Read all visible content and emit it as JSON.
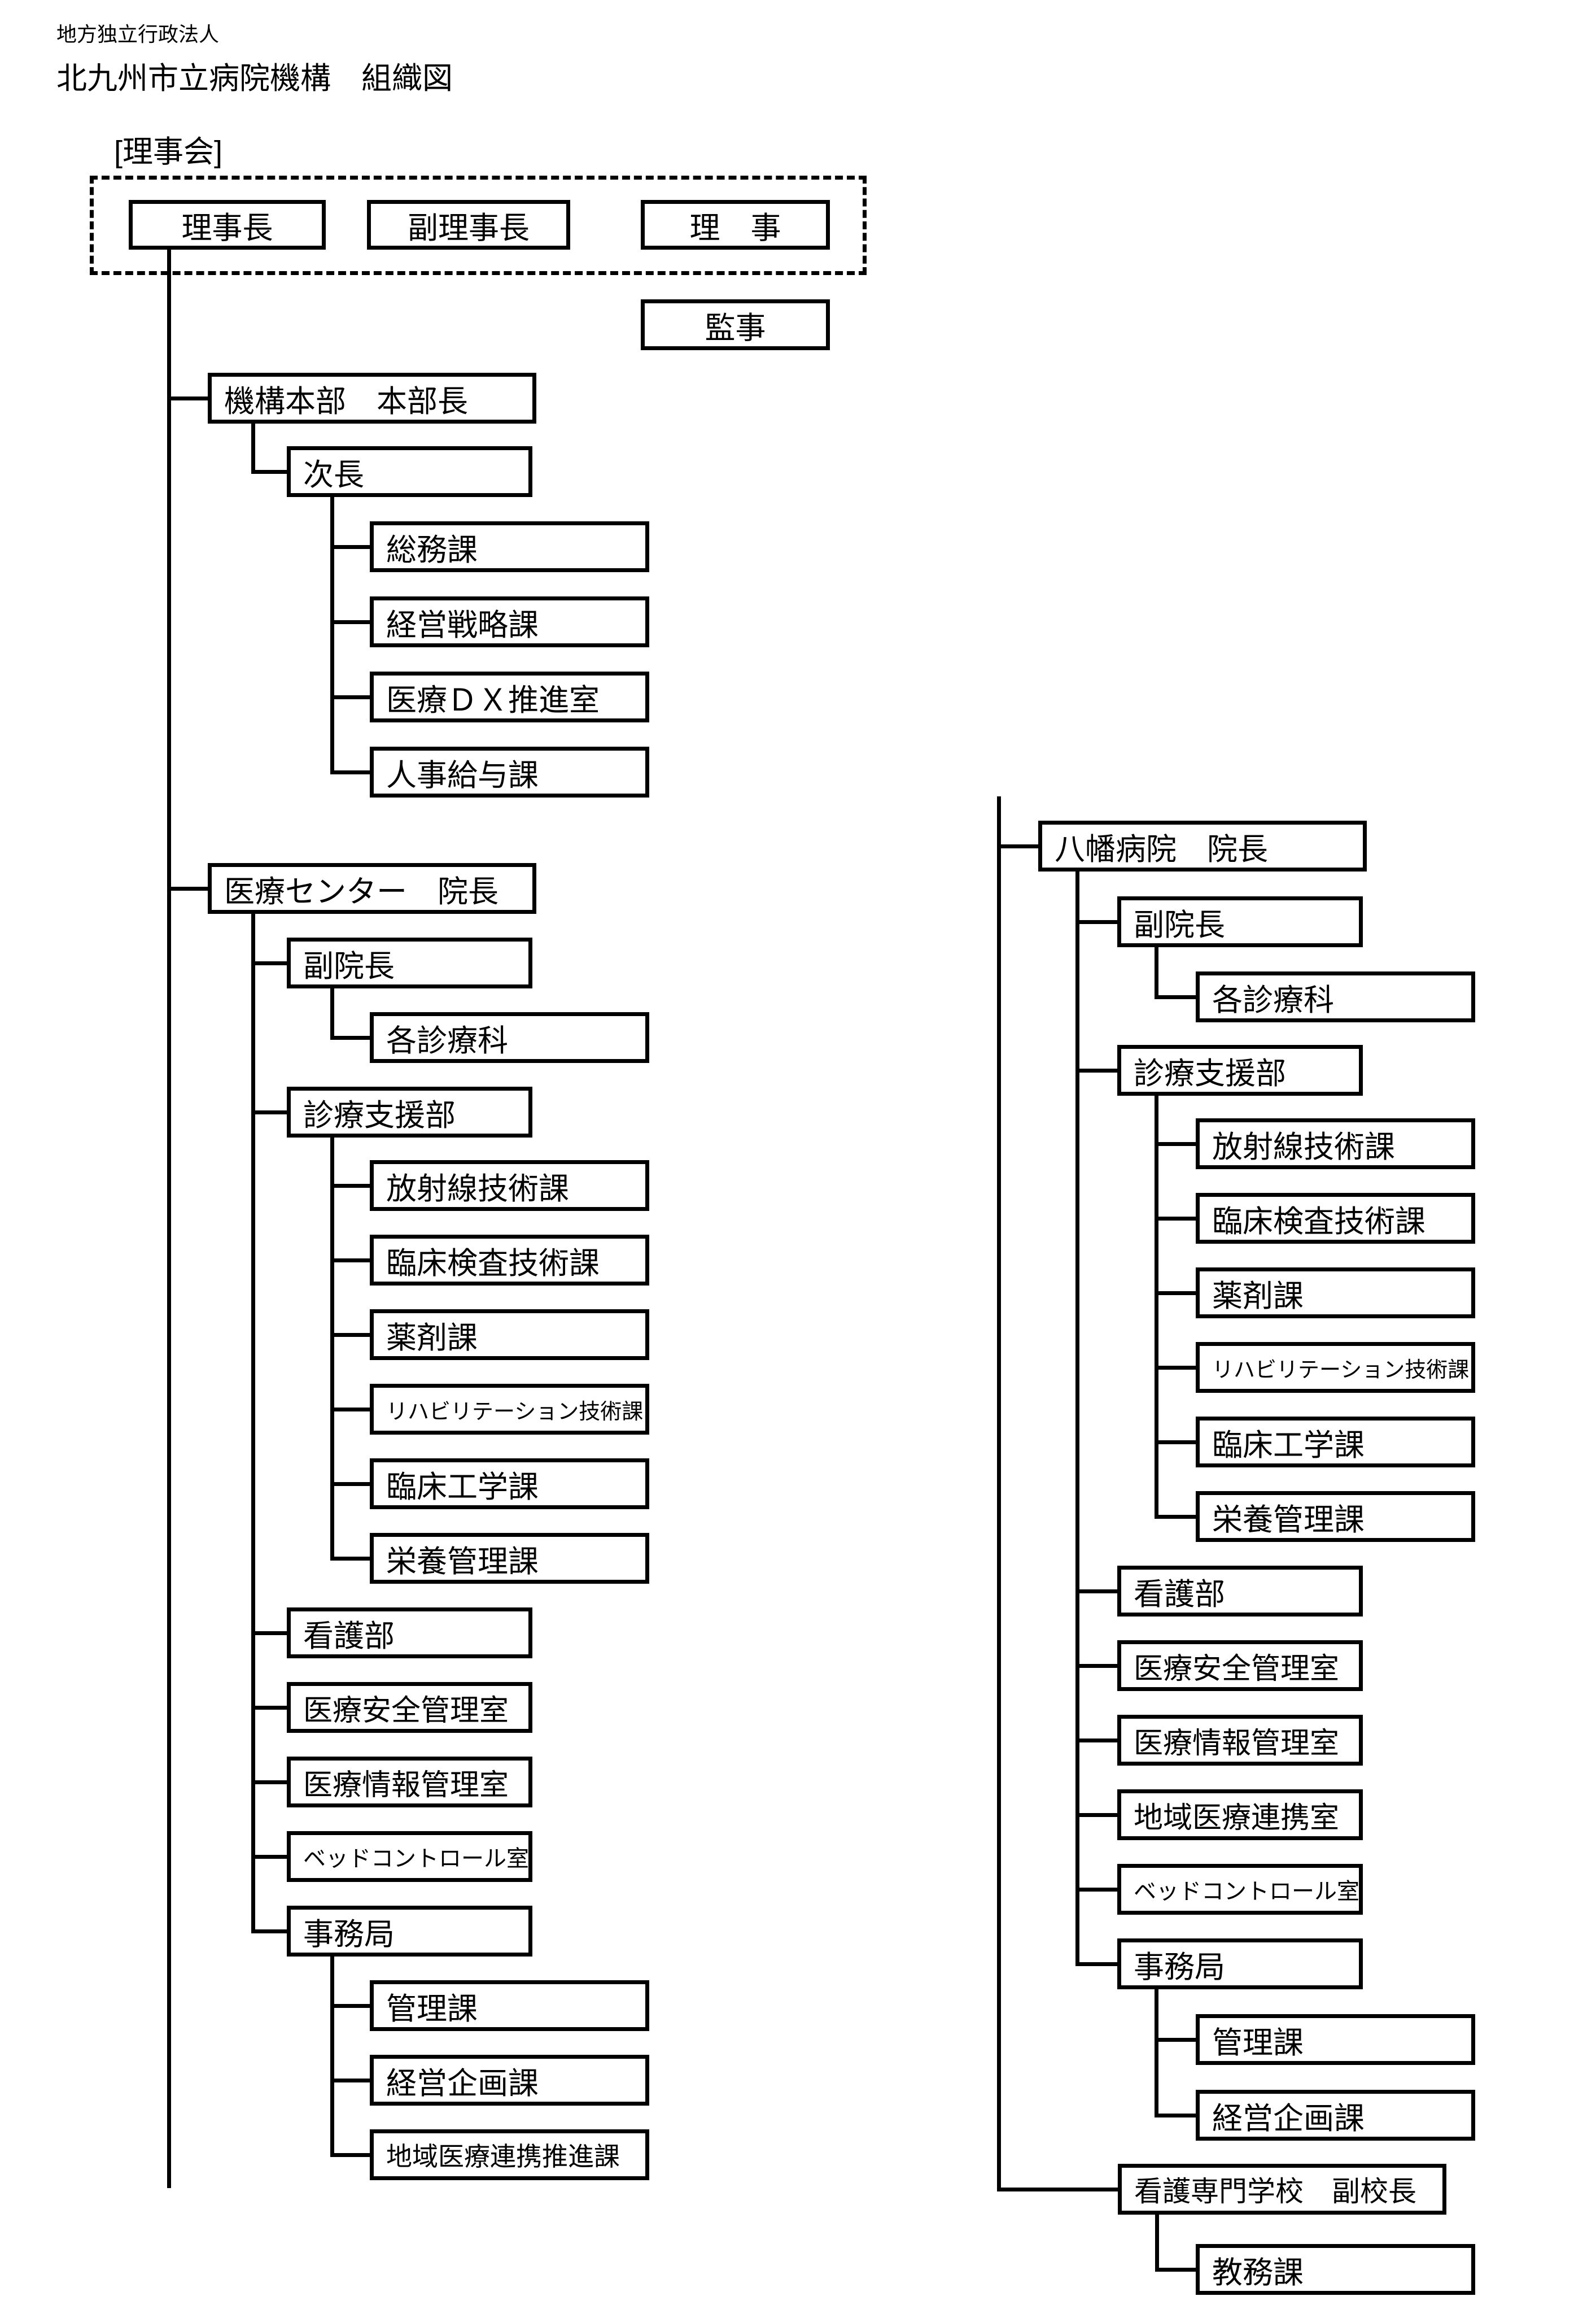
{
  "colors": {
    "ink": "#000000",
    "paper": "#ffffff"
  },
  "header": {
    "corporation_type": "地方独立行政法人",
    "title": "北九州市立病院機構　組織図",
    "board_label": "[理事会]"
  },
  "units": [
    {
      "id": "chairman",
      "label": "理事長"
    },
    {
      "id": "vice-chairman",
      "label": "副理事長"
    },
    {
      "id": "directors",
      "label": "理　事"
    },
    {
      "id": "auditor",
      "label": "監事"
    },
    {
      "id": "hq",
      "label": "機構本部　本部長"
    },
    {
      "id": "hq-deputy",
      "label": "次長"
    },
    {
      "id": "hq-general-affairs",
      "label": "総務課"
    },
    {
      "id": "hq-mgmt-strategy",
      "label": "経営戦略課"
    },
    {
      "id": "hq-medical-dx",
      "label": "医療ＤＸ推進室"
    },
    {
      "id": "hq-hr-payroll",
      "label": "人事給与課"
    },
    {
      "id": "mc",
      "label": "医療センター　院長"
    },
    {
      "id": "mc-vice-director",
      "label": "副院長"
    },
    {
      "id": "mc-clinical-depts",
      "label": "各診療科"
    },
    {
      "id": "mc-care-support",
      "label": "診療支援部"
    },
    {
      "id": "mc-radiology",
      "label": "放射線技術課"
    },
    {
      "id": "mc-clinical-lab",
      "label": "臨床検査技術課"
    },
    {
      "id": "mc-pharmacy",
      "label": "薬剤課"
    },
    {
      "id": "mc-rehabilitation",
      "label": "リハビリテーション技術課"
    },
    {
      "id": "mc-clinical-eng",
      "label": "臨床工学課"
    },
    {
      "id": "mc-nutrition",
      "label": "栄養管理課"
    },
    {
      "id": "mc-nursing",
      "label": "看護部"
    },
    {
      "id": "mc-medical-safety",
      "label": "医療安全管理室"
    },
    {
      "id": "mc-medical-info",
      "label": "医療情報管理室"
    },
    {
      "id": "mc-bed-control",
      "label": "ベッドコントロール室"
    },
    {
      "id": "mc-admin-office",
      "label": "事務局"
    },
    {
      "id": "mc-kanri",
      "label": "管理課"
    },
    {
      "id": "mc-mgmt-planning",
      "label": "経営企画課"
    },
    {
      "id": "mc-regional-promo",
      "label": "地域医療連携推進課"
    },
    {
      "id": "yh",
      "label": "八幡病院　院長"
    },
    {
      "id": "yh-vice-director",
      "label": "副院長"
    },
    {
      "id": "yh-clinical-depts",
      "label": "各診療科"
    },
    {
      "id": "yh-care-support",
      "label": "診療支援部"
    },
    {
      "id": "yh-radiology",
      "label": "放射線技術課"
    },
    {
      "id": "yh-clinical-lab",
      "label": "臨床検査技術課"
    },
    {
      "id": "yh-pharmacy",
      "label": "薬剤課"
    },
    {
      "id": "yh-rehabilitation",
      "label": "リハビリテーション技術課"
    },
    {
      "id": "yh-clinical-eng",
      "label": "臨床工学課"
    },
    {
      "id": "yh-nutrition",
      "label": "栄養管理課"
    },
    {
      "id": "yh-nursing",
      "label": "看護部"
    },
    {
      "id": "yh-medical-safety",
      "label": "医療安全管理室"
    },
    {
      "id": "yh-medical-info",
      "label": "医療情報管理室"
    },
    {
      "id": "yh-regional-liaison",
      "label": "地域医療連携室"
    },
    {
      "id": "yh-bed-control",
      "label": "ベッドコントロール室"
    },
    {
      "id": "yh-admin-office",
      "label": "事務局"
    },
    {
      "id": "yh-kanri",
      "label": "管理課"
    },
    {
      "id": "yh-mgmt-planning",
      "label": "経営企画課"
    },
    {
      "id": "school",
      "label": "看護専門学校　副校長"
    },
    {
      "id": "school-academic",
      "label": "教務課"
    }
  ]
}
